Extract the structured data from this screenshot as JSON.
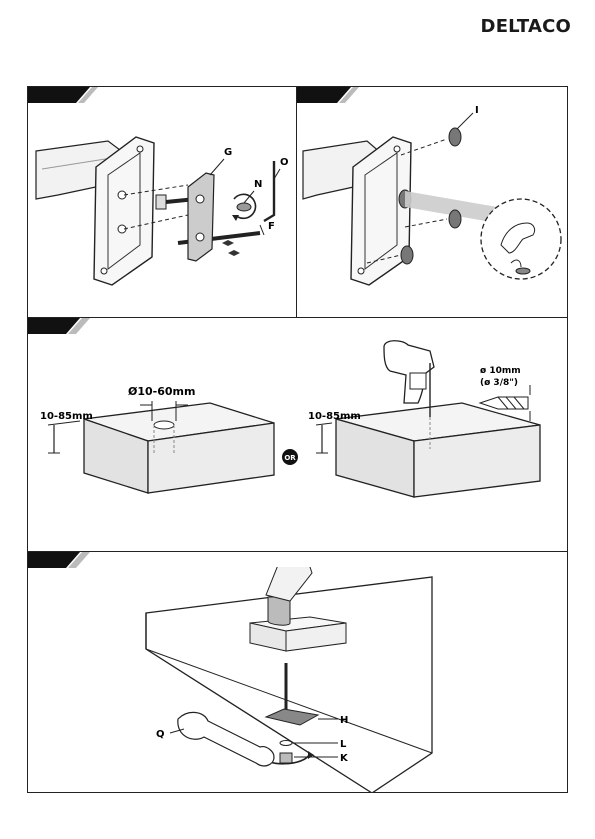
{
  "brand": "DELTACO",
  "step1": {
    "labels": {
      "g": "G",
      "n": "N",
      "o": "O",
      "f": "F"
    }
  },
  "step2": {
    "labels": {
      "i": "I"
    }
  },
  "step3": {
    "hole_diameter": "Ø10-60mm",
    "thickness_left": "10-85mm",
    "or_label": "OR",
    "thickness_right": "10-85mm",
    "drill_size": "ø 10mm",
    "drill_size_imperial": "(ø 3/8\")"
  },
  "step4": {
    "labels": {
      "h": "H",
      "l": "L",
      "k": "K",
      "q": "Q"
    }
  }
}
